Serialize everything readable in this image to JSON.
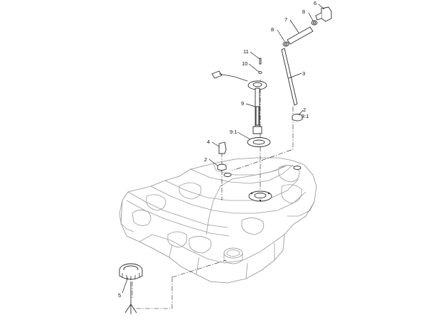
{
  "diagram": {
    "callouts": [
      {
        "id": "c6",
        "text": "6"
      },
      {
        "id": "c8a",
        "text": "8"
      },
      {
        "id": "c7",
        "text": "7"
      },
      {
        "id": "c8b",
        "text": "8"
      },
      {
        "id": "c11",
        "text": "11"
      },
      {
        "id": "c10",
        "text": "10"
      },
      {
        "id": "c3",
        "text": "3"
      },
      {
        "id": "c9",
        "text": "9"
      },
      {
        "id": "c2a",
        "text": "2"
      },
      {
        "id": "c3_1",
        "text": "3:1"
      },
      {
        "id": "c9_1",
        "text": "9:1"
      },
      {
        "id": "c4",
        "text": "4"
      },
      {
        "id": "c2b",
        "text": "2"
      },
      {
        "id": "c5",
        "text": "5"
      }
    ]
  }
}
